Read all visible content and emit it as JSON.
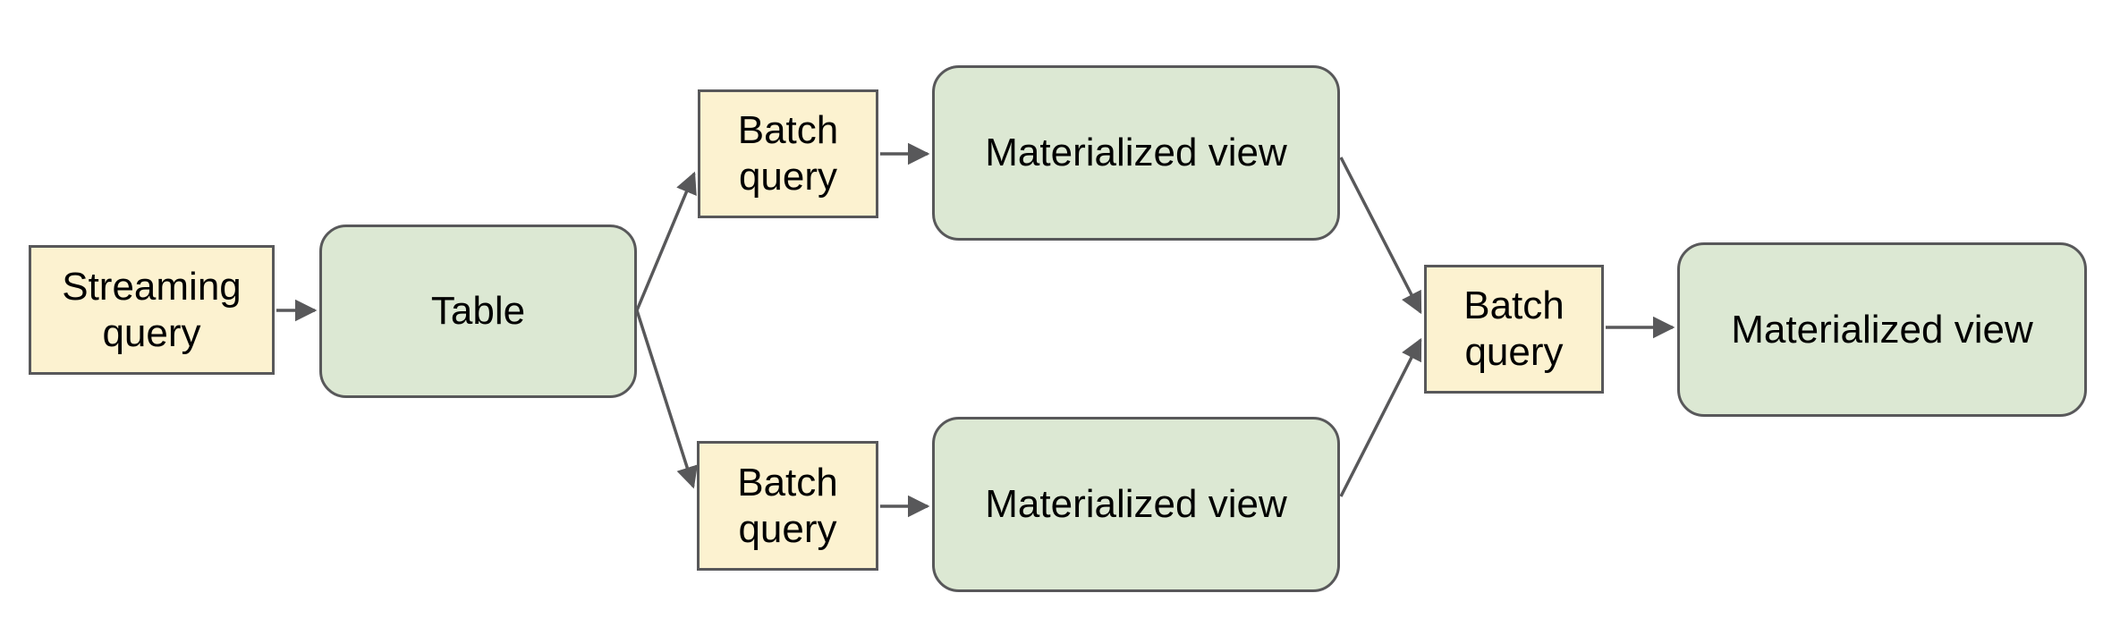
{
  "diagram": {
    "nodes": [
      {
        "id": "streaming-query",
        "label": "Streaming query",
        "type": "query"
      },
      {
        "id": "table",
        "label": "Table",
        "type": "view"
      },
      {
        "id": "batch-query-top",
        "label": "Batch query",
        "type": "query"
      },
      {
        "id": "materialized-view-top",
        "label": "Materialized view",
        "type": "view"
      },
      {
        "id": "batch-query-bottom",
        "label": "Batch query",
        "type": "query"
      },
      {
        "id": "materialized-view-bottom",
        "label": "Materialized view",
        "type": "view"
      },
      {
        "id": "batch-query-right",
        "label": "Batch query",
        "type": "query"
      },
      {
        "id": "materialized-view-right",
        "label": "Materialized view",
        "type": "view"
      }
    ],
    "edges": [
      {
        "from": "streaming-query",
        "to": "table"
      },
      {
        "from": "table",
        "to": "batch-query-top"
      },
      {
        "from": "table",
        "to": "batch-query-bottom"
      },
      {
        "from": "batch-query-top",
        "to": "materialized-view-top"
      },
      {
        "from": "batch-query-bottom",
        "to": "materialized-view-bottom"
      },
      {
        "from": "materialized-view-top",
        "to": "batch-query-right"
      },
      {
        "from": "materialized-view-bottom",
        "to": "batch-query-right"
      },
      {
        "from": "batch-query-right",
        "to": "materialized-view-right"
      }
    ],
    "colors": {
      "query_fill": "#fcf2d0",
      "view_fill": "#dce8d3",
      "border": "#58585a",
      "connector": "#58585a",
      "text": "#000000",
      "background": "#ffffff"
    }
  }
}
